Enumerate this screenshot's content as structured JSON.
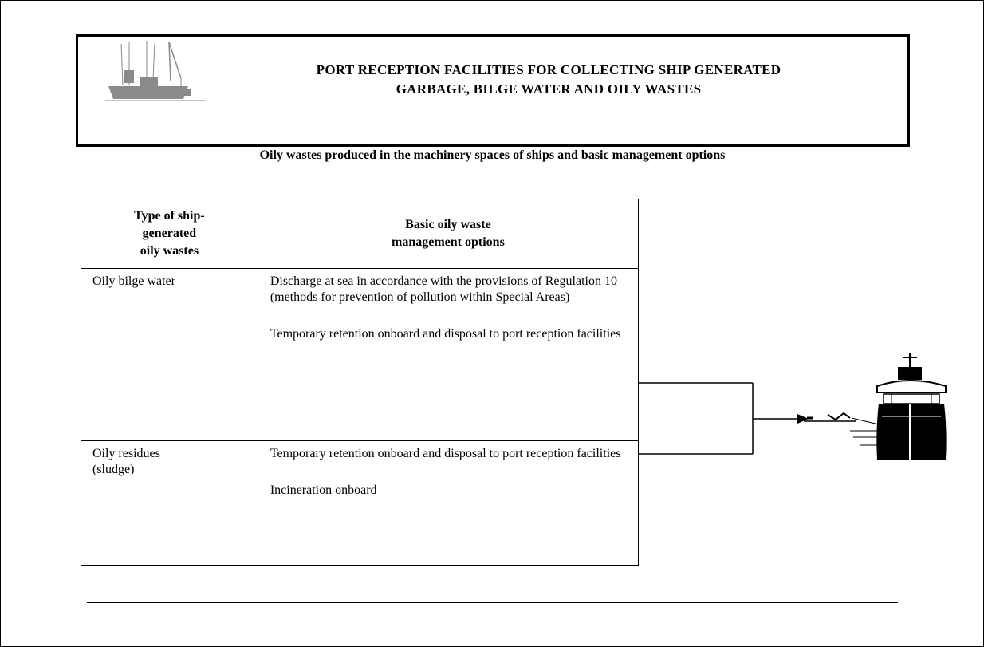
{
  "header": {
    "title_line1": "PORT RECEPTION FACILITIES FOR COLLECTING SHIP GENERATED",
    "title_line2": "GARBAGE, BILGE WATER AND OILY WASTES",
    "logo_icon": "harbor-crane-ship-icon"
  },
  "subtitle": "Oily wastes  produced in the machinery spaces of ships and basic management options",
  "table": {
    "headers": {
      "col1": [
        "Type of ship-",
        "generated",
        "oily wastes"
      ],
      "col2": [
        "Basic oily waste",
        "management options"
      ]
    },
    "rows": [
      {
        "type": "Oily bilge water",
        "options": [
          "Discharge at sea in accordance with the provisions of Regulation 10 (methods for prevention of pollution within Special Areas)",
          "Temporary retention onboard and disposal to port reception facilities"
        ]
      },
      {
        "type": "Oily residues (sludge)",
        "options": [
          "Temporary retention onboard and disposal to port reception facilities",
          "Incineration onboard"
        ]
      }
    ]
  },
  "diagram": {
    "target_icon": "ship-at-berth-icon",
    "connector_icon": "arrow-right-icon"
  }
}
